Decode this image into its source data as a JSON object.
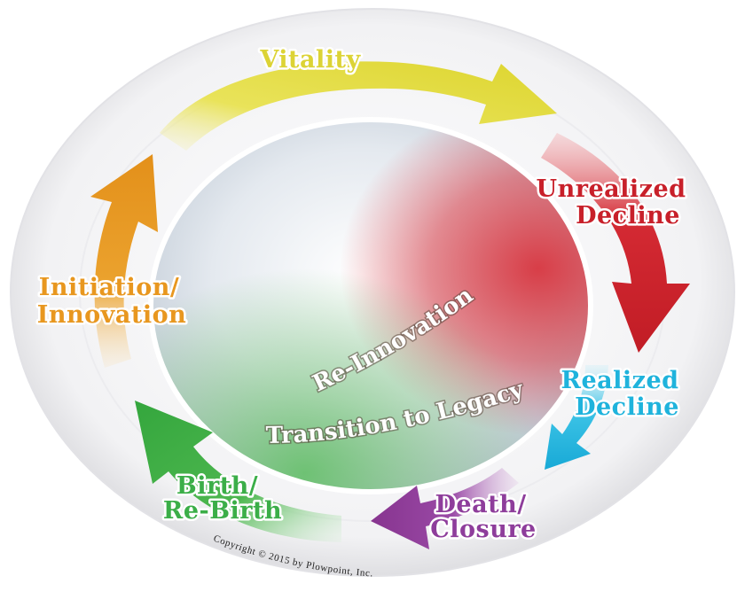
{
  "stages": [
    {
      "id": "vitality",
      "lines": [
        "Vitality"
      ],
      "color": "#e3dc3c"
    },
    {
      "id": "unrealized-decline",
      "lines": [
        "Unrealized",
        "Decline"
      ],
      "color": "#c8202a"
    },
    {
      "id": "realized-decline",
      "lines": [
        "Realized",
        "Decline"
      ],
      "color": "#1fb6dc"
    },
    {
      "id": "death-closure",
      "lines": [
        "Death/",
        "Closure"
      ],
      "color": "#8e3d9b"
    },
    {
      "id": "birth-rebirth",
      "lines": [
        "Birth/",
        "Re-Birth"
      ],
      "color": "#3bae48"
    },
    {
      "id": "initiation-innovation",
      "lines": [
        "Initiation/",
        "Innovation"
      ],
      "color": "#e8971f"
    }
  ],
  "inner_paths": {
    "re_innovation": "Re-Innovation",
    "transition_to_legacy": "Transition to Legacy"
  },
  "copyright": "Copyright © 2015 by Plowpoint, Inc."
}
